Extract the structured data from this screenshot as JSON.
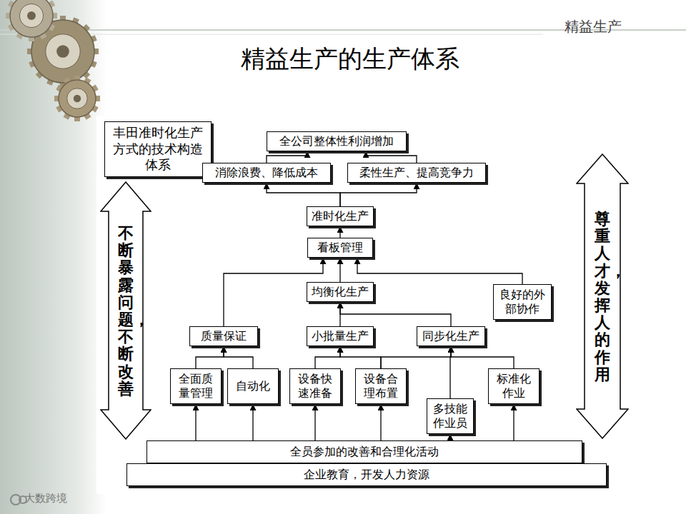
{
  "diagram": {
    "title": "精益生产的生产体系",
    "nodes": [
      {
        "text": [
          "丰田准时化生产方式的技术构造体系"
        ]
      },
      {
        "text": [
          "全公司整体性利润增加"
        ]
      },
      {
        "text": [
          "消除浪费、降低成本"
        ]
      },
      {
        "text": [
          "柔性生产、提高竞争力"
        ]
      },
      {
        "text": [
          "准时化生产"
        ]
      },
      {
        "text": [
          "看板管理"
        ]
      },
      {
        "text": [
          "均衡化生产"
        ]
      },
      {
        "text": [
          "良好的外部协作"
        ]
      },
      {
        "text": [
          "质量保证"
        ]
      },
      {
        "text": [
          "小批量生产"
        ]
      },
      {
        "text": [
          "同步化生产"
        ]
      },
      {
        "text": [
          "全面质量管理"
        ]
      },
      {
        "text": [
          "自动化"
        ]
      },
      {
        "text": [
          "设备快速准备"
        ]
      },
      {
        "text": [
          "设备合理布置"
        ]
      },
      {
        "text": [
          "多技能作业员"
        ]
      },
      {
        "text": [
          "标准化作业"
        ]
      },
      {
        "text": [
          "全员参加的改善和合理化活动"
        ]
      },
      {
        "text": [
          "企业教育，开发人力资源"
        ]
      },
      {
        "text": [
          "不断暴露问题，不断改善"
        ]
      },
      {
        "text": [
          "尊重人才，发挥人的作用"
        ]
      }
    ],
    "edges": [
      {
        "from": 2,
        "to": 1,
        "arrow": "to"
      },
      {
        "from": 3,
        "to": 1,
        "arrow": "to"
      },
      {
        "from": 4,
        "to": 2,
        "arrow": "to"
      },
      {
        "from": 4,
        "to": 3,
        "arrow": "to"
      },
      {
        "from": 5,
        "to": 4,
        "arrow": "to"
      },
      {
        "from": 8,
        "to": 5,
        "arrow": "to"
      },
      {
        "from": 6,
        "to": 5,
        "arrow": "to"
      },
      {
        "from": 7,
        "to": 5,
        "arrow": "to"
      },
      {
        "from": 9,
        "to": 6,
        "arrow": "to"
      },
      {
        "from": 10,
        "to": 6,
        "arrow": "to"
      },
      {
        "from": 11,
        "to": 8,
        "arrow": "to"
      },
      {
        "from": 12,
        "to": 8,
        "arrow": "to"
      },
      {
        "from": 13,
        "to": 9,
        "arrow": "to"
      },
      {
        "from": 14,
        "to": 9,
        "arrow": "to"
      },
      {
        "from": 14,
        "to": 10,
        "arrow": "to"
      },
      {
        "from": 15,
        "to": 10,
        "arrow": "to"
      },
      {
        "from": 16,
        "to": 10,
        "arrow": "to"
      },
      {
        "from": 17,
        "to": 11,
        "arrow": "to"
      },
      {
        "from": 17,
        "to": 12,
        "arrow": "to"
      },
      {
        "from": 17,
        "to": 13,
        "arrow": "to"
      },
      {
        "from": 17,
        "to": 14,
        "arrow": "to"
      },
      {
        "from": 17,
        "to": 15,
        "arrow": "to"
      },
      {
        "from": 17,
        "to": 16,
        "arrow": "to"
      }
    ],
    "labels": [
      "精益生产",
      "大数跨境"
    ]
  }
}
